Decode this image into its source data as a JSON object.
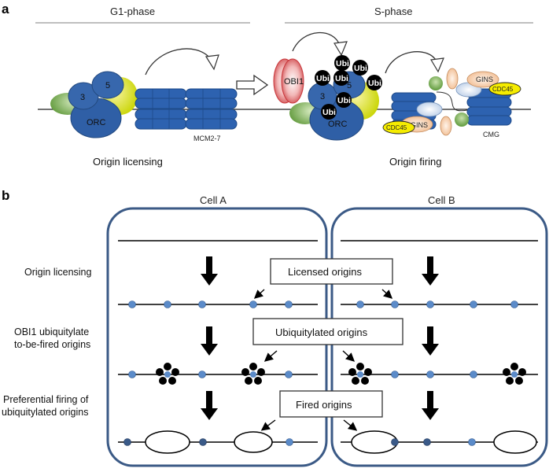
{
  "panel_a": {
    "letter": "a",
    "g1_title": "G1-phase",
    "s_title": "S-phase",
    "orc_label": "ORC",
    "orc_sub3": "3",
    "orc_sub5": "5",
    "mcm_label": "MCM2-7",
    "obi1_label": "OBI1",
    "ubi_label": "Ubi",
    "gins_label": "GINS",
    "cdc45_label": "CDC45",
    "cmg_label": "CMG",
    "caption_left": "Origin licensing",
    "caption_right": "Origin firing"
  },
  "panel_b": {
    "letter": "b",
    "cell_a": "Cell A",
    "cell_b": "Cell B",
    "row1_label": "Origin licensing",
    "row2_label_line1": "OBI1 ubiquitylate",
    "row2_label_line2": "to-be-fired origins",
    "row3_label_line1": "Preferential firing of",
    "row3_label_line2": "ubiquitylated origins",
    "box1": "Licensed origins",
    "box2": "Ubiquitylated origins",
    "box3": "Fired origins"
  },
  "colors": {
    "orc_blue": "#2f5fa6",
    "mcm_blue": "#2d62b0",
    "cell_border": "#3b5a86",
    "origin_dot": "#5b8bc9",
    "fired_dot": "#3a5a88",
    "cdc45_yellow": "#f5ec00",
    "gins_peach": "#f6c9a6",
    "green": "#7cae4a",
    "obi1_red": "#c8363a"
  }
}
